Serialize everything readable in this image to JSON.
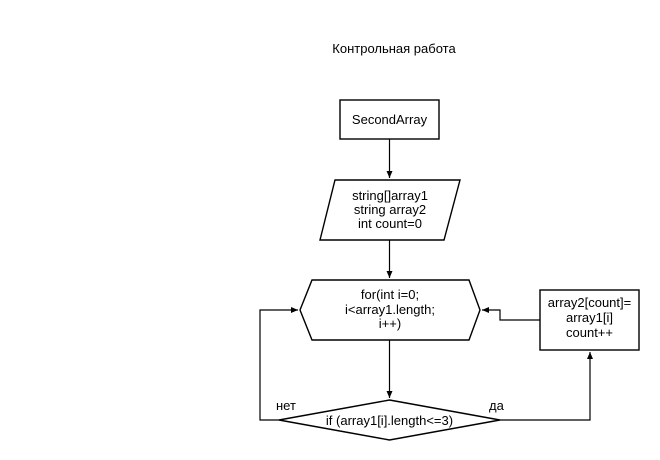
{
  "title": "Контрольная работа",
  "nodes": {
    "start": {
      "label": "SecondArray"
    },
    "init": {
      "lines": [
        "string[]array1",
        "string array2",
        "int count=0"
      ]
    },
    "loop": {
      "lines": [
        "for(int i=0;",
        "i<array1.length;",
        "i++)"
      ]
    },
    "assign": {
      "lines": [
        "array2[count]=",
        "array1[i]",
        "count++"
      ]
    },
    "condition": {
      "label": "if (array1[i].length<=3)"
    }
  },
  "edges": {
    "no_label": "нет",
    "yes_label": "да"
  }
}
